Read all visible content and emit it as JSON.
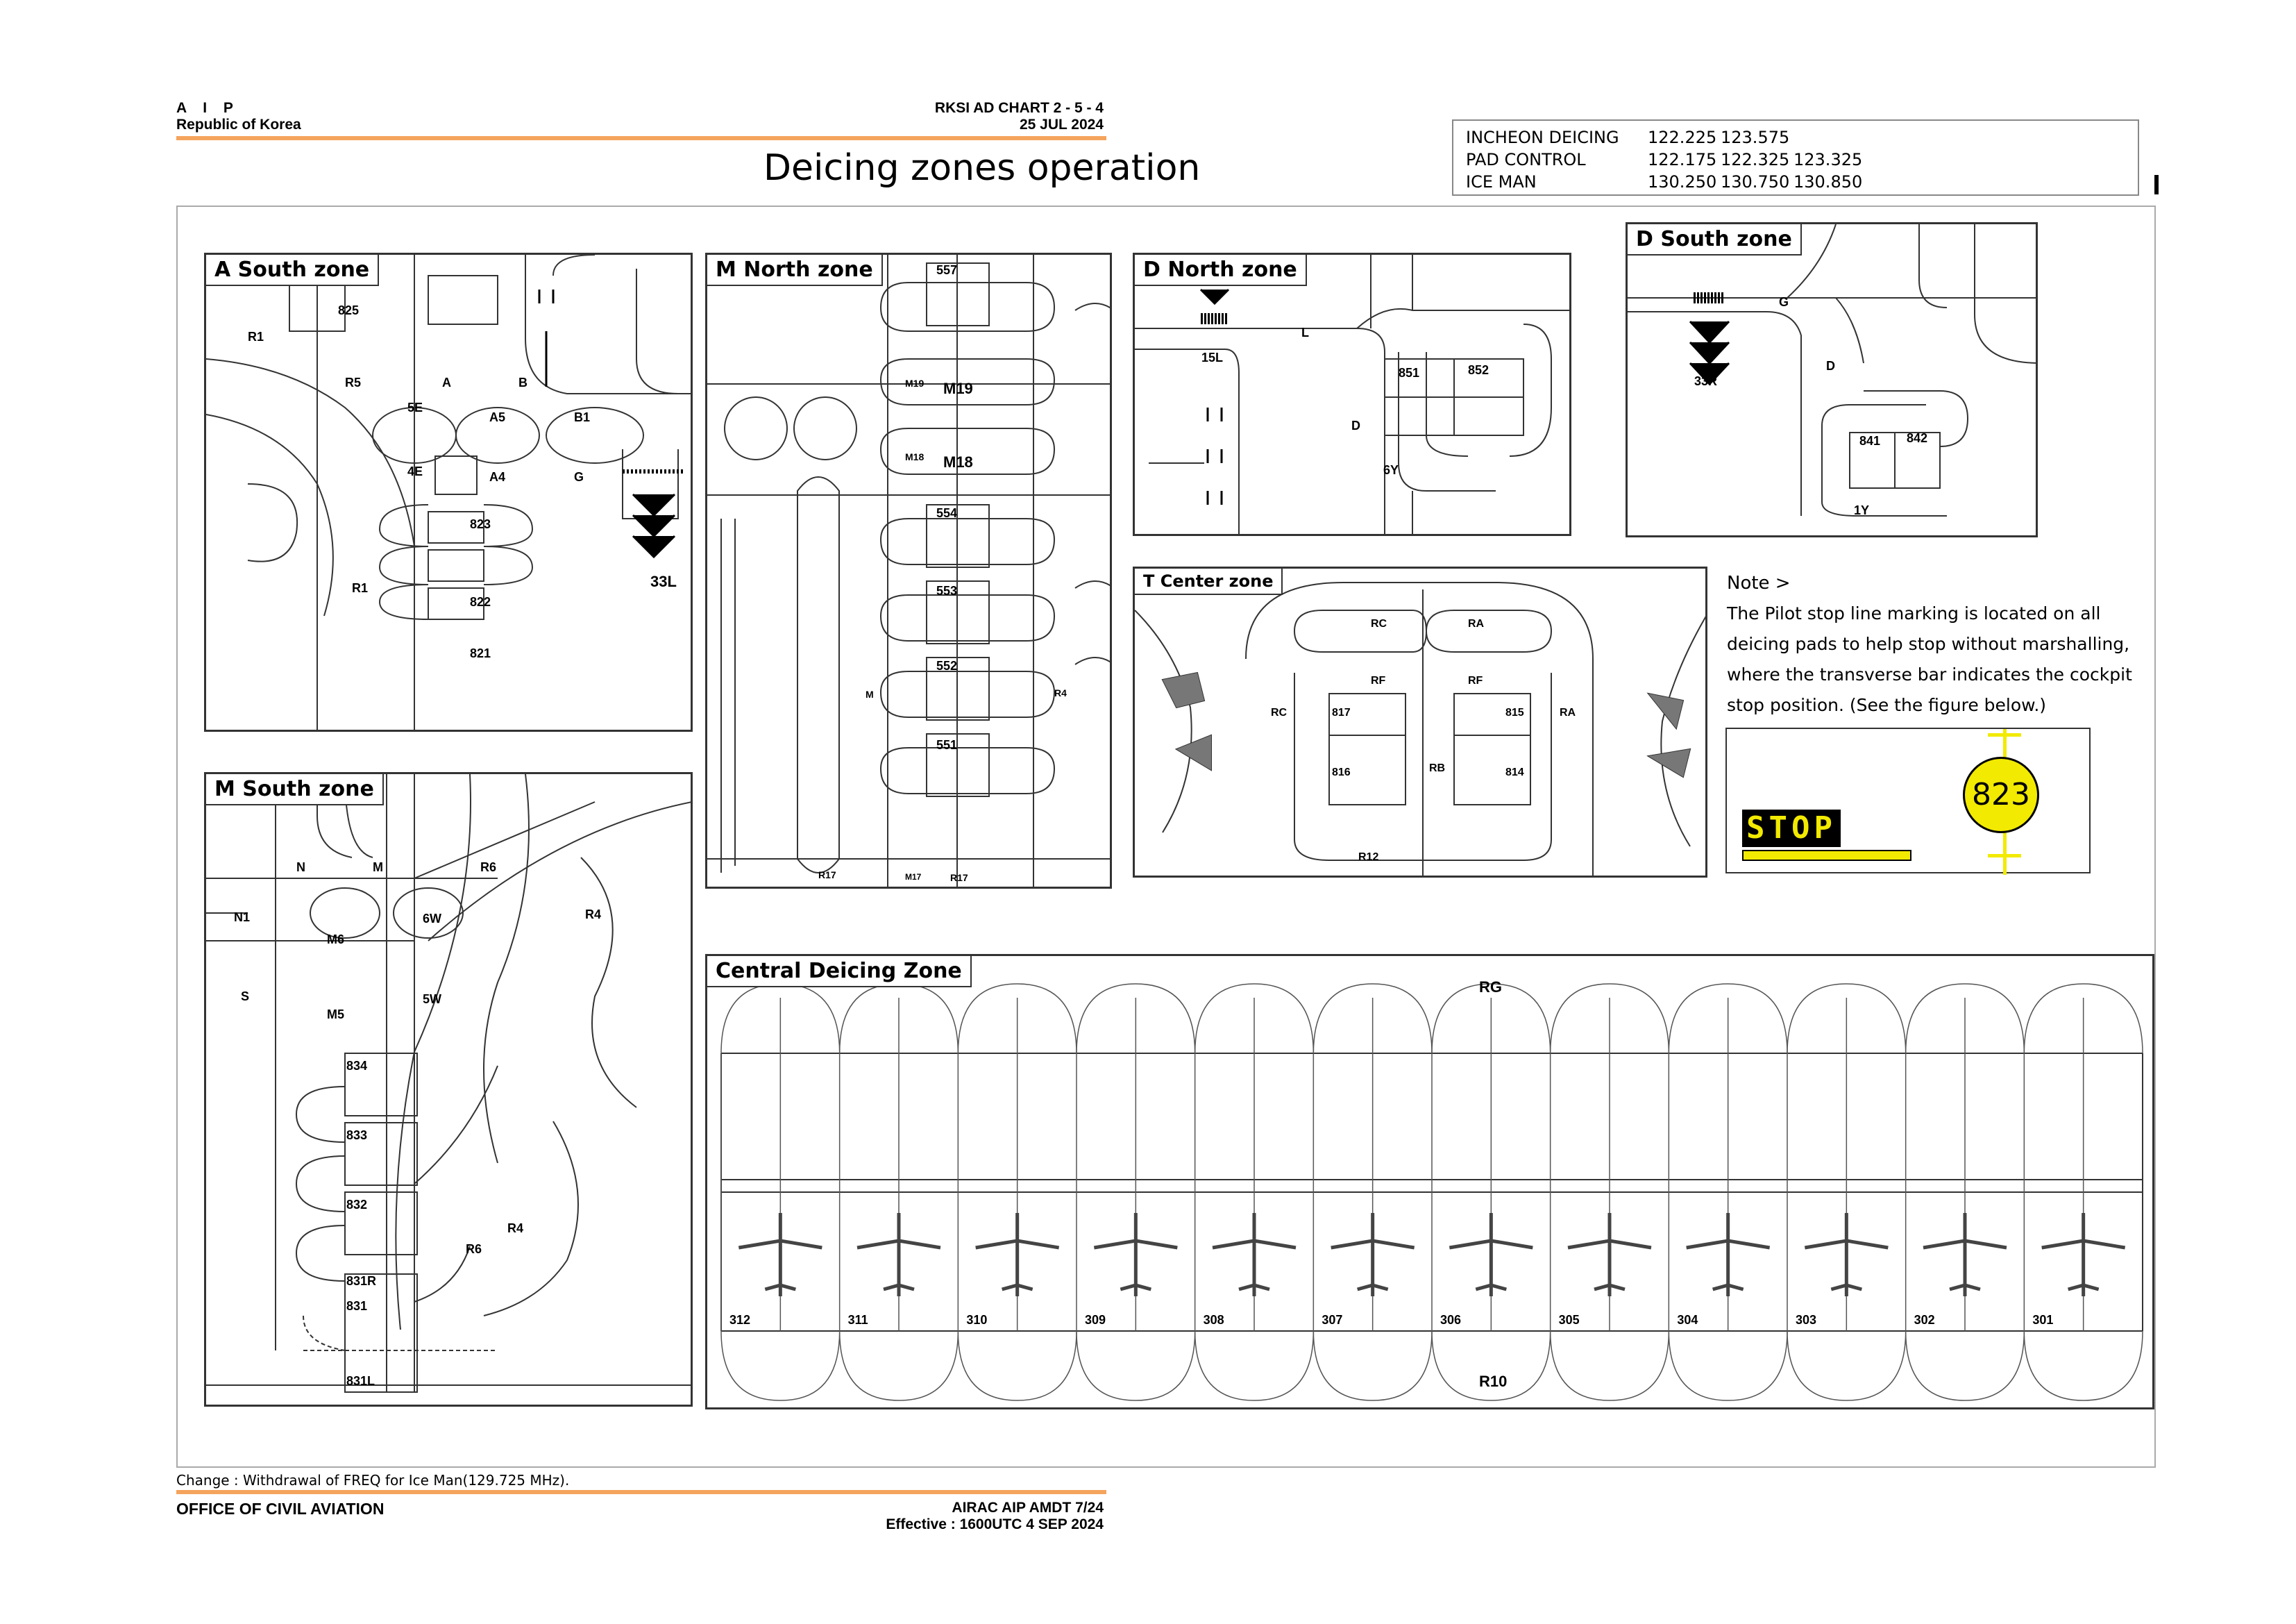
{
  "header": {
    "aip": "A I P",
    "country": "Republic of Korea",
    "chart_id": "RKSI AD CHART 2 - 5 - 4",
    "date": "25 JUL 2024",
    "title": "Deicing zones operation"
  },
  "frequencies": [
    {
      "name": "INCHEON DEICING",
      "values": [
        "122.225",
        "123.575"
      ]
    },
    {
      "name": "PAD CONTROL",
      "values": [
        "122.175",
        "122.325",
        "123.325"
      ]
    },
    {
      "name": "ICE MAN",
      "values": [
        "130.250",
        "130.750",
        "130.850"
      ]
    }
  ],
  "panels": {
    "a_south": {
      "title": "A South zone",
      "labels": [
        "825",
        "R1",
        "R5",
        "A",
        "B",
        "5E",
        "A5",
        "B1",
        "4E",
        "A4",
        "G",
        "823",
        "R1",
        "822",
        "821",
        "33L"
      ]
    },
    "m_north": {
      "title": "M North zone",
      "labels": [
        "557",
        "M19",
        "M19",
        "M18",
        "M18",
        "554",
        "553",
        "552",
        "551",
        "M",
        "R4",
        "R17",
        "R17",
        "M17"
      ]
    },
    "d_north": {
      "title": "D North zone",
      "labels": [
        "L",
        "15L",
        "851",
        "852",
        "D",
        "6Y"
      ]
    },
    "d_south": {
      "title": "D South zone",
      "labels": [
        "G",
        "33R",
        "D",
        "841",
        "842",
        "1Y"
      ]
    },
    "t_center": {
      "title": "T Center zone",
      "labels": [
        "RC",
        "RA",
        "RF",
        "RF",
        "RC",
        "RA",
        "817",
        "815",
        "816",
        "RB",
        "814",
        "R12"
      ]
    },
    "m_south": {
      "title": "M South zone",
      "labels": [
        "N",
        "M",
        "R6",
        "R4",
        "N1",
        "M6",
        "6W",
        "S",
        "M5",
        "5W",
        "834",
        "833",
        "832",
        "R4",
        "R6",
        "831R",
        "831",
        "831L"
      ]
    },
    "central": {
      "title": "Central Deicing Zone",
      "top_label": "RG",
      "bottom_label": "R10",
      "pads": [
        "312",
        "311",
        "310",
        "309",
        "308",
        "307",
        "306",
        "305",
        "304",
        "303",
        "302",
        "301"
      ]
    }
  },
  "note": {
    "head": "Note >",
    "lines": [
      "The Pilot stop line marking is located on all",
      "deicing pads to help stop without marshalling,",
      "where the transverse bar indicates the cockpit",
      "stop position. (See the figure below.)"
    ],
    "stop_text": "STOP",
    "pad_number": "823"
  },
  "footer": {
    "change": "Change : Withdrawal of FREQ for Ice Man(129.725 MHz).",
    "office": "OFFICE OF CIVIL AVIATION",
    "amdt": "AIRAC AIP AMDT 7/24",
    "effective": "Effective : 1600UTC 4 SEP 2024"
  },
  "colors": {
    "accent_line": "#f5a45d",
    "stop_yellow": "#f2ea00"
  }
}
